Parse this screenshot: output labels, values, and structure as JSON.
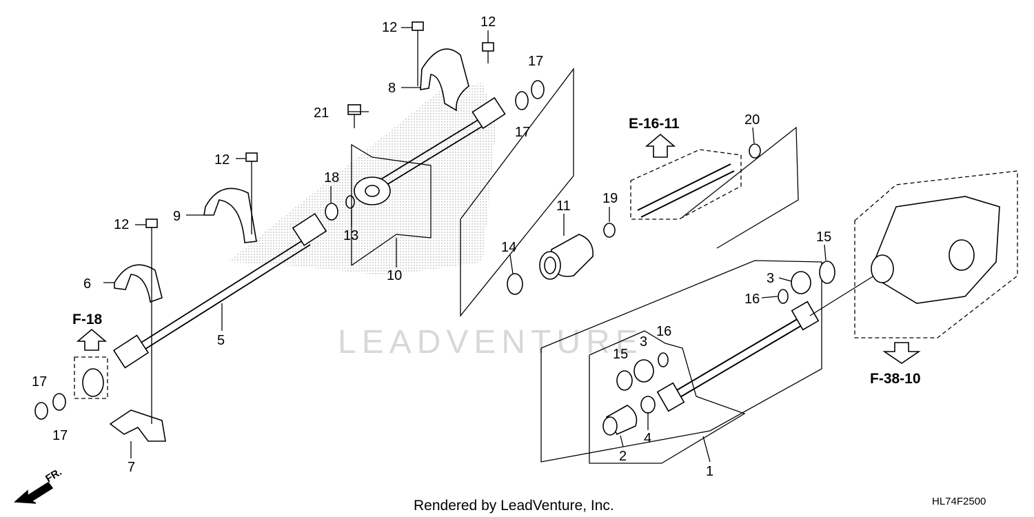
{
  "callouts": [
    {
      "id": "c1",
      "text": "1"
    },
    {
      "id": "c2",
      "text": "2"
    },
    {
      "id": "c3a",
      "text": "3"
    },
    {
      "id": "c3b",
      "text": "3"
    },
    {
      "id": "c4",
      "text": "4"
    },
    {
      "id": "c5",
      "text": "5"
    },
    {
      "id": "c6",
      "text": "6"
    },
    {
      "id": "c7",
      "text": "7"
    },
    {
      "id": "c8",
      "text": "8"
    },
    {
      "id": "c9",
      "text": "9"
    },
    {
      "id": "c10",
      "text": "10"
    },
    {
      "id": "c11",
      "text": "11"
    },
    {
      "id": "c12a",
      "text": "12"
    },
    {
      "id": "c12b",
      "text": "12"
    },
    {
      "id": "c12c",
      "text": "12"
    },
    {
      "id": "c12d",
      "text": "12"
    },
    {
      "id": "c13",
      "text": "13"
    },
    {
      "id": "c14",
      "text": "14"
    },
    {
      "id": "c15a",
      "text": "15"
    },
    {
      "id": "c15b",
      "text": "15"
    },
    {
      "id": "c16a",
      "text": "16"
    },
    {
      "id": "c16b",
      "text": "16"
    },
    {
      "id": "c17a",
      "text": "17"
    },
    {
      "id": "c17b",
      "text": "17"
    },
    {
      "id": "c17c",
      "text": "17"
    },
    {
      "id": "c17d",
      "text": "17"
    },
    {
      "id": "c18",
      "text": "18"
    },
    {
      "id": "c19",
      "text": "19"
    },
    {
      "id": "c20",
      "text": "20"
    },
    {
      "id": "c21",
      "text": "21"
    }
  ],
  "references": {
    "f18": "F-18",
    "e1611": "E-16-11",
    "f3810": "F-38-10"
  },
  "front_marker": "FR.",
  "watermark": "LEADVENTURE",
  "footer": {
    "rendered_by": "Rendered by LeadVenture, Inc.",
    "diagram_code": "HL74F2500"
  }
}
